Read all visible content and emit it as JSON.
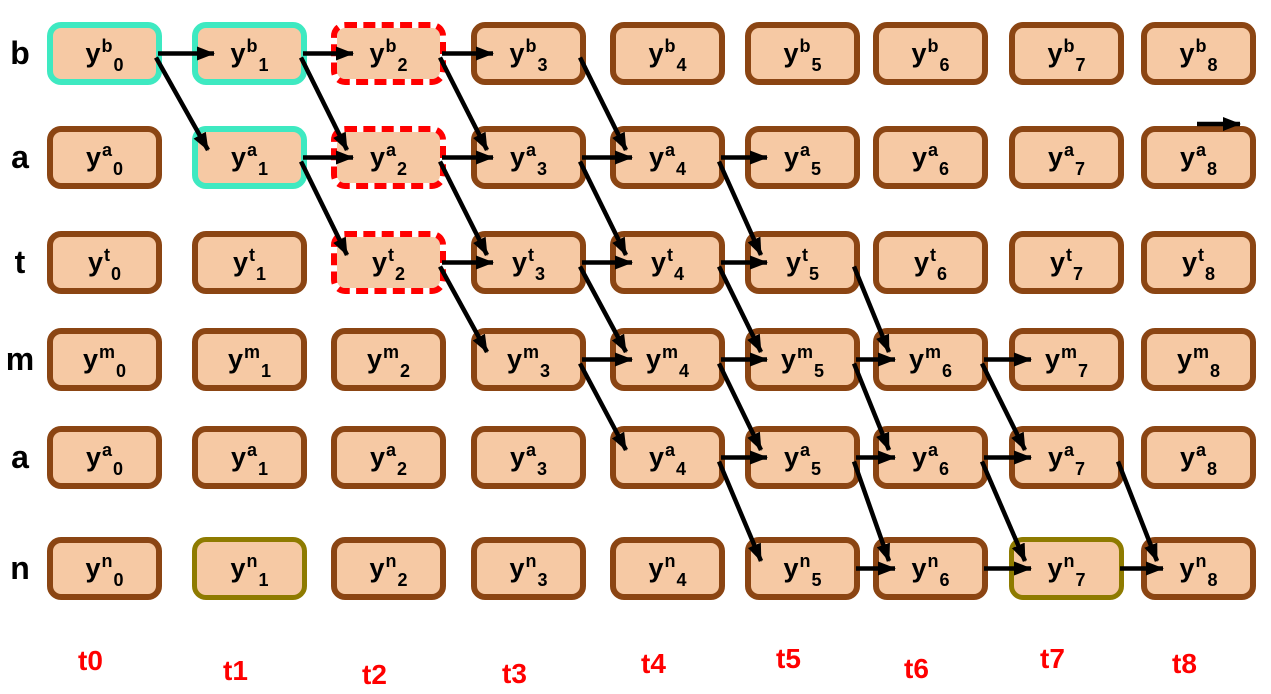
{
  "colors": {
    "cell_fill": "#f6c9a4",
    "brown_border": "#8b4513",
    "teal_border": "#3ee9c1",
    "red_dashed_border": "#ff0000",
    "olive_border": "#8e7b00",
    "arrow": "#000000",
    "time_label": "#ff0000",
    "row_label": "#000000"
  },
  "row_labels": [
    "b",
    "a",
    "t",
    "m",
    "a",
    "n"
  ],
  "time_labels": [
    "t0",
    "t1",
    "t2",
    "t3",
    "t4",
    "t5",
    "t6",
    "t7",
    "t8"
  ],
  "cells": [
    {
      "row": 0,
      "col": 0,
      "base": "y",
      "sup": "b",
      "sub": "0",
      "border": "teal"
    },
    {
      "row": 0,
      "col": 1,
      "base": "y",
      "sup": "b",
      "sub": "1",
      "border": "teal"
    },
    {
      "row": 0,
      "col": 2,
      "base": "y",
      "sup": "b",
      "sub": "2",
      "border": "red-dashed"
    },
    {
      "row": 0,
      "col": 3,
      "base": "y",
      "sup": "b",
      "sub": "3",
      "border": "brown"
    },
    {
      "row": 0,
      "col": 4,
      "base": "y",
      "sup": "b",
      "sub": "4",
      "border": "brown"
    },
    {
      "row": 0,
      "col": 5,
      "base": "y",
      "sup": "b",
      "sub": "5",
      "border": "brown"
    },
    {
      "row": 0,
      "col": 6,
      "base": "y",
      "sup": "b",
      "sub": "6",
      "border": "brown"
    },
    {
      "row": 0,
      "col": 7,
      "base": "y",
      "sup": "b",
      "sub": "7",
      "border": "brown"
    },
    {
      "row": 0,
      "col": 8,
      "base": "y",
      "sup": "b",
      "sub": "8",
      "border": "brown"
    },
    {
      "row": 1,
      "col": 0,
      "base": "y",
      "sup": "a",
      "sub": "0",
      "border": "brown"
    },
    {
      "row": 1,
      "col": 1,
      "base": "y",
      "sup": "a",
      "sub": "1",
      "border": "teal"
    },
    {
      "row": 1,
      "col": 2,
      "base": "y",
      "sup": "a",
      "sub": "2",
      "border": "red-dashed"
    },
    {
      "row": 1,
      "col": 3,
      "base": "y",
      "sup": "a",
      "sub": "3",
      "border": "brown"
    },
    {
      "row": 1,
      "col": 4,
      "base": "y",
      "sup": "a",
      "sub": "4",
      "border": "brown"
    },
    {
      "row": 1,
      "col": 5,
      "base": "y",
      "sup": "a",
      "sub": "5",
      "border": "brown"
    },
    {
      "row": 1,
      "col": 6,
      "base": "y",
      "sup": "a",
      "sub": "6",
      "border": "brown"
    },
    {
      "row": 1,
      "col": 7,
      "base": "y",
      "sup": "a",
      "sub": "7",
      "border": "brown"
    },
    {
      "row": 1,
      "col": 8,
      "base": "y",
      "sup": "a",
      "sub": "8",
      "border": "brown"
    },
    {
      "row": 2,
      "col": 0,
      "base": "y",
      "sup": "t",
      "sub": "0",
      "border": "brown"
    },
    {
      "row": 2,
      "col": 1,
      "base": "y",
      "sup": "t",
      "sub": "1",
      "border": "brown"
    },
    {
      "row": 2,
      "col": 2,
      "base": "y",
      "sup": "t",
      "sub": "2",
      "border": "red-dashed"
    },
    {
      "row": 2,
      "col": 3,
      "base": "y",
      "sup": "t",
      "sub": "3",
      "border": "brown"
    },
    {
      "row": 2,
      "col": 4,
      "base": "y",
      "sup": "t",
      "sub": "4",
      "border": "brown"
    },
    {
      "row": 2,
      "col": 5,
      "base": "y",
      "sup": "t",
      "sub": "5",
      "border": "brown"
    },
    {
      "row": 2,
      "col": 6,
      "base": "y",
      "sup": "t",
      "sub": "6",
      "border": "brown"
    },
    {
      "row": 2,
      "col": 7,
      "base": "y",
      "sup": "t",
      "sub": "7",
      "border": "brown"
    },
    {
      "row": 2,
      "col": 8,
      "base": "y",
      "sup": "t",
      "sub": "8",
      "border": "brown"
    },
    {
      "row": 3,
      "col": 0,
      "base": "y",
      "sup": "m",
      "sub": "0",
      "border": "brown"
    },
    {
      "row": 3,
      "col": 1,
      "base": "y",
      "sup": "m",
      "sub": "1",
      "border": "brown"
    },
    {
      "row": 3,
      "col": 2,
      "base": "y",
      "sup": "m",
      "sub": "2",
      "border": "brown"
    },
    {
      "row": 3,
      "col": 3,
      "base": "y",
      "sup": "m",
      "sub": "3",
      "border": "brown"
    },
    {
      "row": 3,
      "col": 4,
      "base": "y",
      "sup": "m",
      "sub": "4",
      "border": "brown"
    },
    {
      "row": 3,
      "col": 5,
      "base": "y",
      "sup": "m",
      "sub": "5",
      "border": "brown"
    },
    {
      "row": 3,
      "col": 6,
      "base": "y",
      "sup": "m",
      "sub": "6",
      "border": "brown"
    },
    {
      "row": 3,
      "col": 7,
      "base": "y",
      "sup": "m",
      "sub": "7",
      "border": "brown"
    },
    {
      "row": 3,
      "col": 8,
      "base": "y",
      "sup": "m",
      "sub": "8",
      "border": "brown"
    },
    {
      "row": 4,
      "col": 0,
      "base": "y",
      "sup": "a",
      "sub": "0",
      "border": "brown"
    },
    {
      "row": 4,
      "col": 1,
      "base": "y",
      "sup": "a",
      "sub": "1",
      "border": "brown"
    },
    {
      "row": 4,
      "col": 2,
      "base": "y",
      "sup": "a",
      "sub": "2",
      "border": "brown"
    },
    {
      "row": 4,
      "col": 3,
      "base": "y",
      "sup": "a",
      "sub": "3",
      "border": "brown"
    },
    {
      "row": 4,
      "col": 4,
      "base": "y",
      "sup": "a",
      "sub": "4",
      "border": "brown"
    },
    {
      "row": 4,
      "col": 5,
      "base": "y",
      "sup": "a",
      "sub": "5",
      "border": "brown"
    },
    {
      "row": 4,
      "col": 6,
      "base": "y",
      "sup": "a",
      "sub": "6",
      "border": "brown"
    },
    {
      "row": 4,
      "col": 7,
      "base": "y",
      "sup": "a",
      "sub": "7",
      "border": "brown"
    },
    {
      "row": 4,
      "col": 8,
      "base": "y",
      "sup": "a",
      "sub": "8",
      "border": "brown"
    },
    {
      "row": 5,
      "col": 0,
      "base": "y",
      "sup": "n",
      "sub": "0",
      "border": "brown"
    },
    {
      "row": 5,
      "col": 1,
      "base": "y",
      "sup": "n",
      "sub": "1",
      "border": "olive"
    },
    {
      "row": 5,
      "col": 2,
      "base": "y",
      "sup": "n",
      "sub": "2",
      "border": "brown"
    },
    {
      "row": 5,
      "col": 3,
      "base": "y",
      "sup": "n",
      "sub": "3",
      "border": "brown"
    },
    {
      "row": 5,
      "col": 4,
      "base": "y",
      "sup": "n",
      "sub": "4",
      "border": "brown"
    },
    {
      "row": 5,
      "col": 5,
      "base": "y",
      "sup": "n",
      "sub": "5",
      "border": "brown"
    },
    {
      "row": 5,
      "col": 6,
      "base": "y",
      "sup": "n",
      "sub": "6",
      "border": "brown"
    },
    {
      "row": 5,
      "col": 7,
      "base": "y",
      "sup": "n",
      "sub": "7",
      "border": "olive"
    },
    {
      "row": 5,
      "col": 8,
      "base": "y",
      "sup": "n",
      "sub": "8",
      "border": "brown"
    }
  ],
  "arrows": {
    "horizontal": [
      {
        "from": [
          0,
          0
        ],
        "to": [
          0,
          1
        ]
      },
      {
        "from": [
          0,
          1
        ],
        "to": [
          0,
          2
        ]
      },
      {
        "from": [
          0,
          2
        ],
        "to": [
          0,
          3
        ]
      },
      {
        "from": [
          1,
          1
        ],
        "to": [
          1,
          2
        ]
      },
      {
        "from": [
          1,
          2
        ],
        "to": [
          1,
          3
        ]
      },
      {
        "from": [
          1,
          3
        ],
        "to": [
          1,
          4
        ]
      },
      {
        "from": [
          1,
          4
        ],
        "to": [
          1,
          5
        ]
      },
      {
        "from": [
          2,
          2
        ],
        "to": [
          2,
          3
        ]
      },
      {
        "from": [
          2,
          3
        ],
        "to": [
          2,
          4
        ]
      },
      {
        "from": [
          2,
          4
        ],
        "to": [
          2,
          5
        ]
      },
      {
        "from": [
          3,
          3
        ],
        "to": [
          3,
          4
        ]
      },
      {
        "from": [
          3,
          4
        ],
        "to": [
          3,
          5
        ]
      },
      {
        "from": [
          3,
          5
        ],
        "to": [
          3,
          6
        ]
      },
      {
        "from": [
          3,
          6
        ],
        "to": [
          3,
          7
        ]
      },
      {
        "from": [
          4,
          4
        ],
        "to": [
          4,
          5
        ]
      },
      {
        "from": [
          4,
          5
        ],
        "to": [
          4,
          6
        ]
      },
      {
        "from": [
          4,
          6
        ],
        "to": [
          4,
          7
        ]
      },
      {
        "from": [
          5,
          5
        ],
        "to": [
          5,
          6
        ]
      },
      {
        "from": [
          5,
          6
        ],
        "to": [
          5,
          7
        ]
      },
      {
        "from": [
          5,
          7
        ],
        "to": [
          5,
          8
        ]
      }
    ],
    "diagonal": [
      {
        "from": [
          0,
          0
        ],
        "to": [
          1,
          1
        ]
      },
      {
        "from": [
          0,
          1
        ],
        "to": [
          1,
          2
        ]
      },
      {
        "from": [
          0,
          2
        ],
        "to": [
          1,
          3
        ]
      },
      {
        "from": [
          0,
          3
        ],
        "to": [
          1,
          4
        ]
      },
      {
        "from": [
          1,
          1
        ],
        "to": [
          2,
          2
        ]
      },
      {
        "from": [
          1,
          2
        ],
        "to": [
          2,
          3
        ]
      },
      {
        "from": [
          1,
          3
        ],
        "to": [
          2,
          4
        ]
      },
      {
        "from": [
          1,
          4
        ],
        "to": [
          2,
          5
        ]
      },
      {
        "from": [
          2,
          2
        ],
        "to": [
          3,
          3
        ]
      },
      {
        "from": [
          2,
          3
        ],
        "to": [
          3,
          4
        ]
      },
      {
        "from": [
          2,
          4
        ],
        "to": [
          3,
          5
        ]
      },
      {
        "from": [
          2,
          5
        ],
        "to": [
          3,
          6
        ]
      },
      {
        "from": [
          3,
          3
        ],
        "to": [
          4,
          4
        ]
      },
      {
        "from": [
          3,
          4
        ],
        "to": [
          4,
          5
        ]
      },
      {
        "from": [
          3,
          5
        ],
        "to": [
          4,
          6
        ]
      },
      {
        "from": [
          3,
          6
        ],
        "to": [
          4,
          7
        ]
      },
      {
        "from": [
          4,
          4
        ],
        "to": [
          5,
          5
        ]
      },
      {
        "from": [
          4,
          5
        ],
        "to": [
          5,
          6
        ]
      },
      {
        "from": [
          4,
          6
        ],
        "to": [
          5,
          7
        ]
      },
      {
        "from": [
          4,
          7
        ],
        "to": [
          5,
          8
        ]
      }
    ],
    "exit_arrow": {
      "near": [
        1,
        8
      ],
      "direction": "right"
    }
  }
}
